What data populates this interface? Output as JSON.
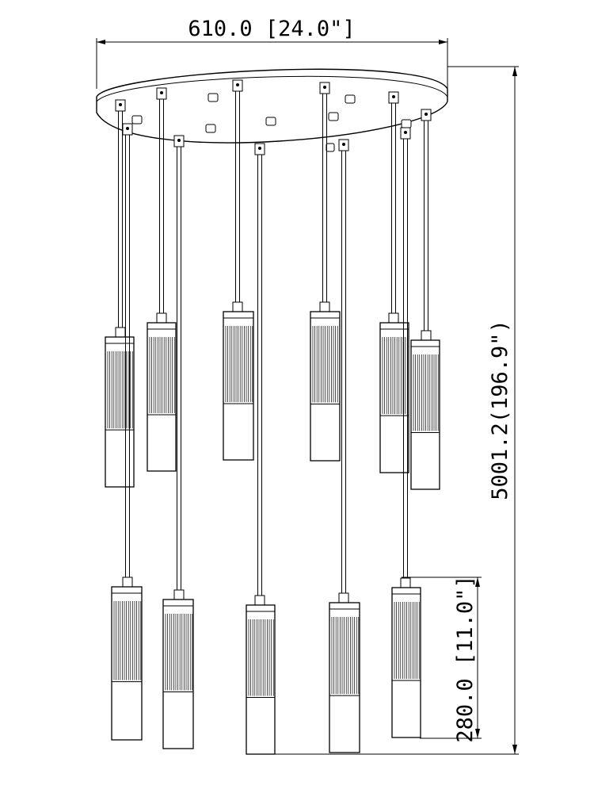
{
  "dimensions": {
    "width": "610.0 [24.0\"]",
    "height": "5001.2(196.9\")",
    "pendant": "280.0 [11.0\"]"
  },
  "colors": {
    "line": "#000000",
    "background": "#ffffff"
  }
}
